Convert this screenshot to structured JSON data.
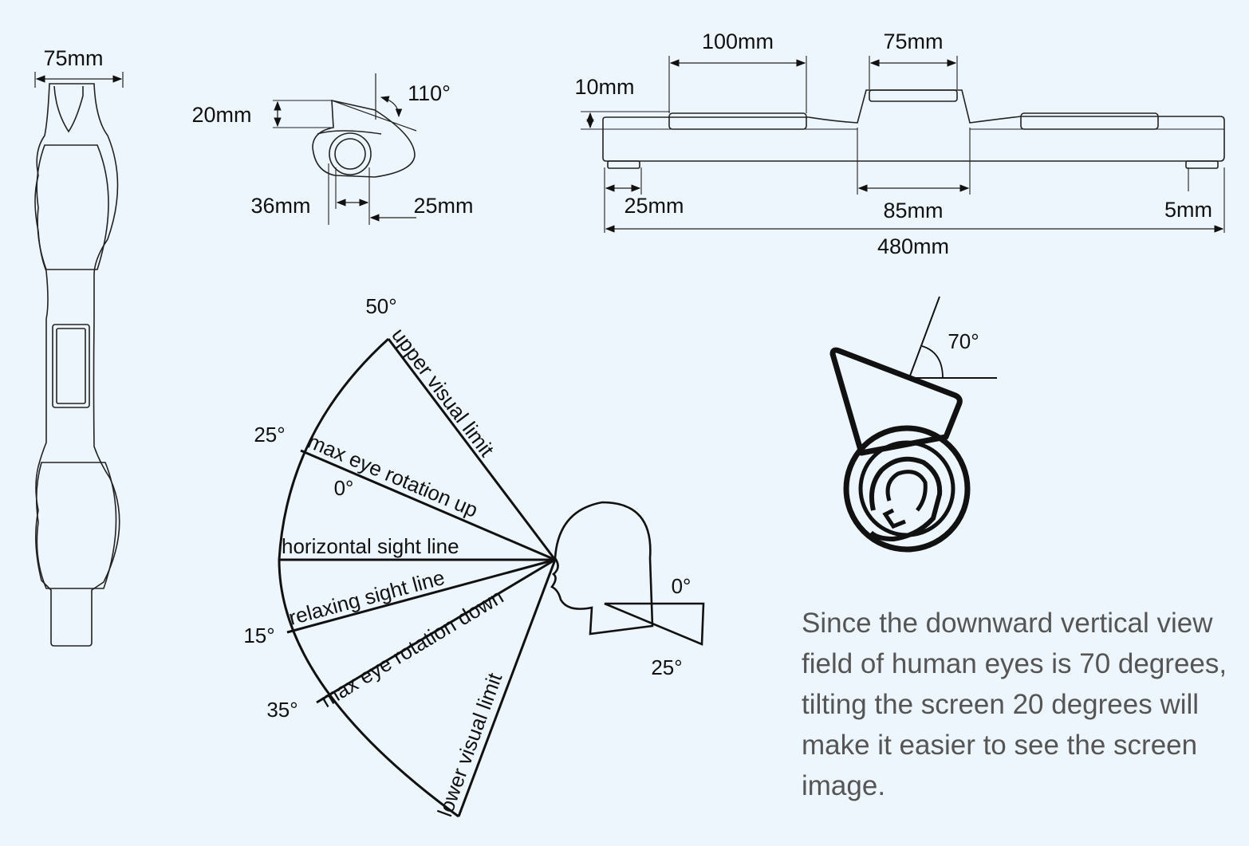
{
  "dimensions": {
    "top_width": "75mm",
    "side_height": "20mm",
    "side_angle": "110°",
    "side_depth": "36mm",
    "side_offset": "25mm",
    "front_left_pad": "100mm",
    "front_center_pad": "75mm",
    "front_thickness": "10mm",
    "front_foot": "25mm",
    "front_center_base": "85mm",
    "front_right_foot": "5mm",
    "front_total_length": "480mm"
  },
  "sight_diagram": {
    "angles": {
      "upper_limit": "50°",
      "eye_up": "25°",
      "horizontal": "0°",
      "relaxing": "15°",
      "eye_down": "35°",
      "head_level": "0°",
      "head_tilt": "25°"
    },
    "lines": {
      "upper": "upper visual limit",
      "eye_up": "max eye rotation up",
      "horizontal": "horizontal sight line",
      "relaxing": "relaxing sight line",
      "eye_down": "max eye rotation down",
      "lower": "lower visual limit"
    }
  },
  "tilt_diagram": {
    "angle": "70°"
  },
  "caption": "Since the downward vertical view field of human eyes is 70 degrees, tilting the screen 20 degrees will make it easier to see the screen image."
}
